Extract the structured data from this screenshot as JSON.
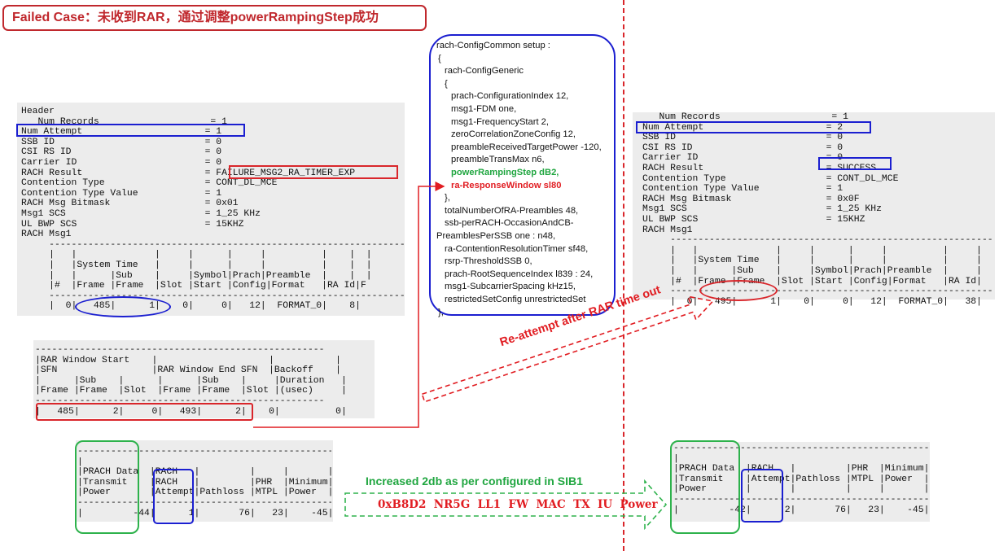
{
  "title": "Failed Case：未收到RAR，通过调整powerRampingStep成功",
  "left_rach_log": [
    "Header",
    "   Num Records                    = 1",
    "Num Attempt                      = 1",
    "SSB ID                           = 0",
    "CSI RS ID                        = 0",
    "Carrier ID                       = 0",
    "RACH Result                      = FAILURE_MSG2_RA_TIMER_EXP",
    "Contention Type                  = CONT_DL_MCE",
    "Contention Type Value            = 1",
    "RACH Msg Bitmask                 = 0x01",
    "Msg1 SCS                         = 1_25 KHz",
    "UL BWP SCS                       = 15KHZ",
    "RACH Msg1",
    "     ---------------------------------------------------------------------",
    "     |   |              |     |      |     |          |    |  |",
    "     |   |System Time   |     |      |     |          |    |  |",
    "     |   |      |Sub    |     |Symbol|Prach|Preamble  |    |  |",
    "     |#  |Frame |Frame  |Slot |Start |Config|Format   |RA Id|F",
    "     ---------------------------------------------------------------------",
    "     |  0|   485|      1|    0|     0|   12|  FORMAT_0|    8|"
  ],
  "rar_window_log": [
    "----------------------------------------------------",
    "|RAR Window Start    |                    |           |",
    "|SFN                 |RAR Window End SFN  |Backoff    |",
    "|      |Sub    |      |      |Sub    |     |Duration   |",
    "|Frame |Frame  |Slot  |Frame |Frame  |Slot |(usec)     |",
    "----------------------------------------------------",
    "|   485|      2|     0|   493|      2|    0|          0|"
  ],
  "left_power_log": [
    "-------------------------------------------------------",
    "|                                                      |",
    "|PRACH Data  |RACH   |         |     |       |",
    "|Transmit    |RACH   |         |PHR  |Minimum|",
    "|Power       |Attempt|Pathloss |MTPL |Power  |",
    "-------------------------------------------------------",
    "|         -44|      1|       76|   23|    -45|"
  ],
  "right_rach_log": [
    "   Num Records                    = 1",
    "Num Attempt                      = 2",
    "SSB ID                           = 0",
    "CSI RS ID                        = 0",
    "Carrier ID                       = 0",
    "RACH Result                      = SUCCESS",
    "Contention Type                  = CONT_DL_MCE",
    "Contention Type Value            = 1",
    "RACH Msg Bitmask                 = 0x0F",
    "Msg1 SCS                         = 1_25 KHz",
    "UL BWP SCS                       = 15KHZ",
    "RACH Msg1",
    "     -----------------------------------------------------------------",
    "     |   |              |     |      |     |          |     |",
    "     |   |System Time   |     |      |     |          |     |",
    "     |   |      |Sub    |     |Symbol|Prach|Preamble  |     |",
    "     |#  |Frame |Frame  |Slot |Start |Config|Format   |RA Id|",
    "     -----------------------------------------------------------------",
    "     |  0|   495|      1|    0|     0|   12|  FORMAT_0|   38|"
  ],
  "right_power_log": [
    "-------------------------------------------------------",
    "|                                                      |",
    "|PRACH Data  |RACH   |         |PHR  |Minimum|",
    "|Transmit    |Attempt|Pathloss |MTPL |Power  |",
    "|Power       |       |         |     |       |",
    "-------------------------------------------------------",
    "|         -42|      2|       76|   23|    -45|"
  ],
  "config": {
    "lines": [
      "rach-ConfigCommon setup :",
      "{",
      "rach-ConfigGeneric",
      "{",
      "prach-ConfigurationIndex 12,",
      "msg1-FDM one,",
      "msg1-FrequencyStart 2,",
      "zeroCorrelationZoneConfig 12,",
      "preambleReceivedTargetPower -120,",
      "preambleTransMax n6,",
      "powerRampingStep dB2,",
      "ra-ResponseWindow sl80",
      "},",
      "totalNumberOfRA-Preambles 48,",
      "ssb-perRACH-OccasionAndCB-",
      "PreamblesPerSSB one : n48,",
      "ra-ContentionResolutionTimer sf48,",
      "rsrp-ThresholdSSB 0,",
      "prach-RootSequenceIndex l839 : 24,",
      "msg1-SubcarrierSpacing kHz15,",
      "restrictedSetConfig unrestrictedSet",
      "},"
    ]
  },
  "annotations": {
    "reattempt": "Re-attempt after RAR time out",
    "increased": "Increased 2db as per configured in SIB1",
    "log_code": "0xB8D2  NR5G  LL1  FW  MAC  TX  IU  Power"
  },
  "colors": {
    "red": "#d9262b",
    "blue": "#1b1fd0",
    "green": "#2eb24c"
  }
}
